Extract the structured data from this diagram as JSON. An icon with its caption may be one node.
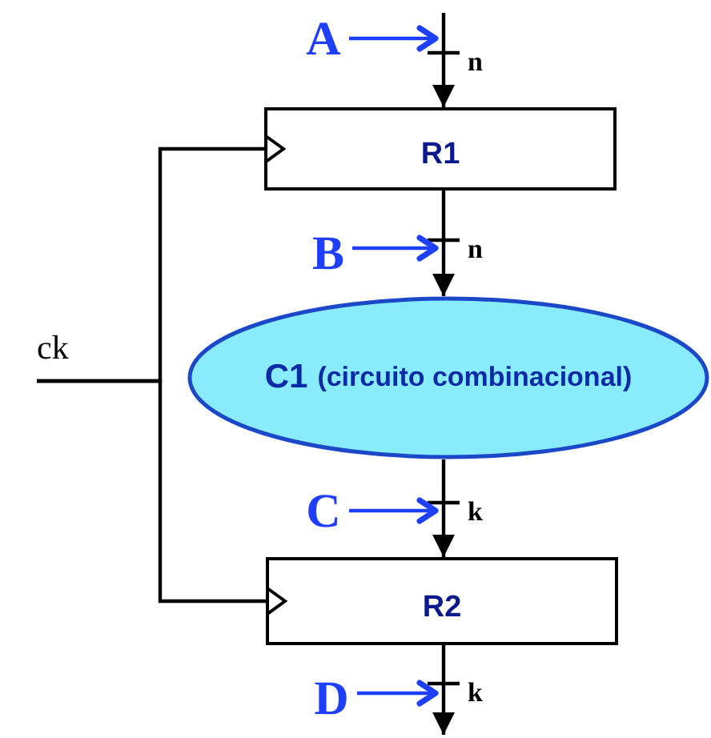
{
  "diagram": {
    "nodes": [
      {
        "text": [
          "R1"
        ]
      },
      {
        "text": [
          "C1",
          "(circuito combinacional)"
        ]
      },
      {
        "text": [
          "R2"
        ]
      },
      {
        "text": [
          "ck"
        ]
      },
      {
        "text": [
          "A"
        ]
      },
      {
        "text": [
          "B"
        ]
      },
      {
        "text": [
          "C"
        ]
      },
      {
        "text": [
          "D"
        ]
      }
    ],
    "edges": [
      {
        "from": null,
        "to": 0,
        "arrow": "to",
        "label": "n"
      },
      {
        "from": 0,
        "to": 1,
        "arrow": "to",
        "label": "n"
      },
      {
        "from": 1,
        "to": 2,
        "arrow": "to",
        "label": "k"
      },
      {
        "from": 2,
        "to": null,
        "arrow": "to",
        "label": "k"
      },
      {
        "from": 3,
        "to": 0,
        "arrow": "to"
      },
      {
        "from": 3,
        "to": 2,
        "arrow": "to"
      },
      {
        "from": 4,
        "to": null,
        "arrow": "to",
        "color": "#1f3fff"
      },
      {
        "from": 5,
        "to": null,
        "arrow": "to",
        "color": "#1f3fff"
      },
      {
        "from": 6,
        "to": null,
        "arrow": "to",
        "color": "#1f3fff"
      },
      {
        "from": 7,
        "to": null,
        "arrow": "to",
        "color": "#1f3fff"
      }
    ]
  }
}
